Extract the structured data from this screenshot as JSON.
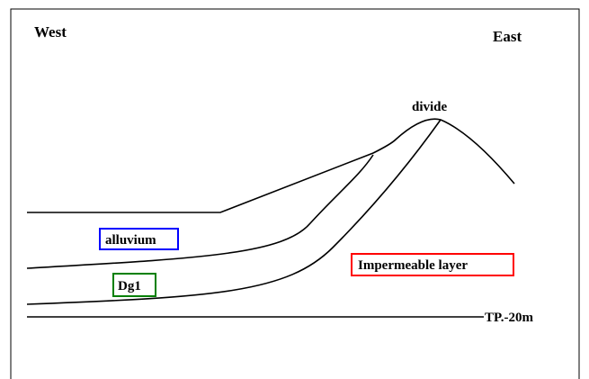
{
  "labels": {
    "west": "West",
    "east": "East",
    "divide": "divide",
    "datum": "TP.-20m"
  },
  "units": [
    {
      "id": "alluvium",
      "text": "alluvium",
      "box_color": "#0000ff"
    },
    {
      "id": "dg1",
      "text": "Dg1",
      "box_color": "#008000"
    },
    {
      "id": "impermeable",
      "text": "Impermeable layer",
      "box_color": "#ff0000"
    }
  ],
  "colors": {
    "line": "#000000",
    "background": "#ffffff"
  }
}
